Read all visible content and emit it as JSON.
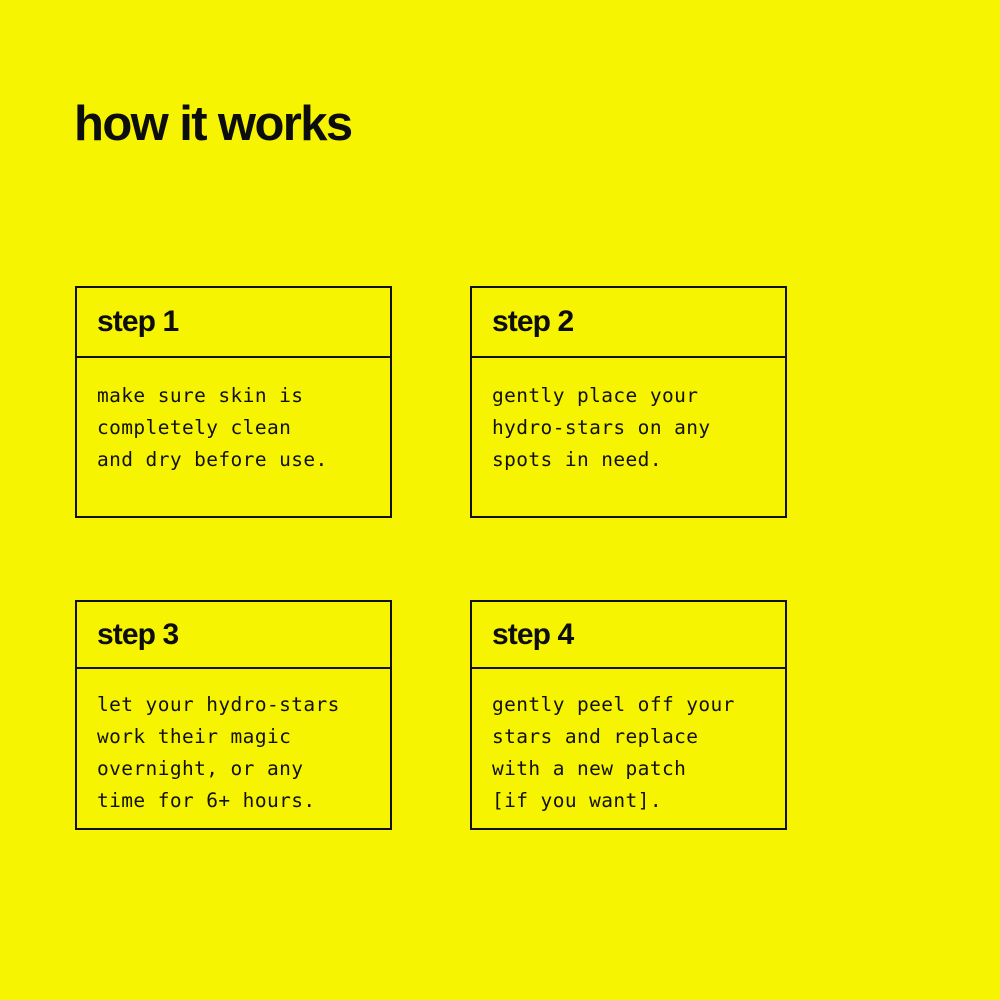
{
  "page": {
    "title": "how it works",
    "background_color": "#f6f400",
    "ink_color": "#111111"
  },
  "steps": [
    {
      "header": "step 1",
      "lines": [
        "make sure skin is",
        "completely clean",
        "and dry before use."
      ]
    },
    {
      "header": "step 2",
      "lines": [
        "gently place your",
        "hydro-stars on any",
        "spots in need."
      ]
    },
    {
      "header": "step 3",
      "lines": [
        "let your hydro-stars",
        "work their magic",
        "overnight, or any",
        "time for 6+ hours."
      ]
    },
    {
      "header": "step 4",
      "lines": [
        "gently peel off your",
        "stars and replace",
        "with a new patch",
        "[if you want]."
      ]
    }
  ]
}
